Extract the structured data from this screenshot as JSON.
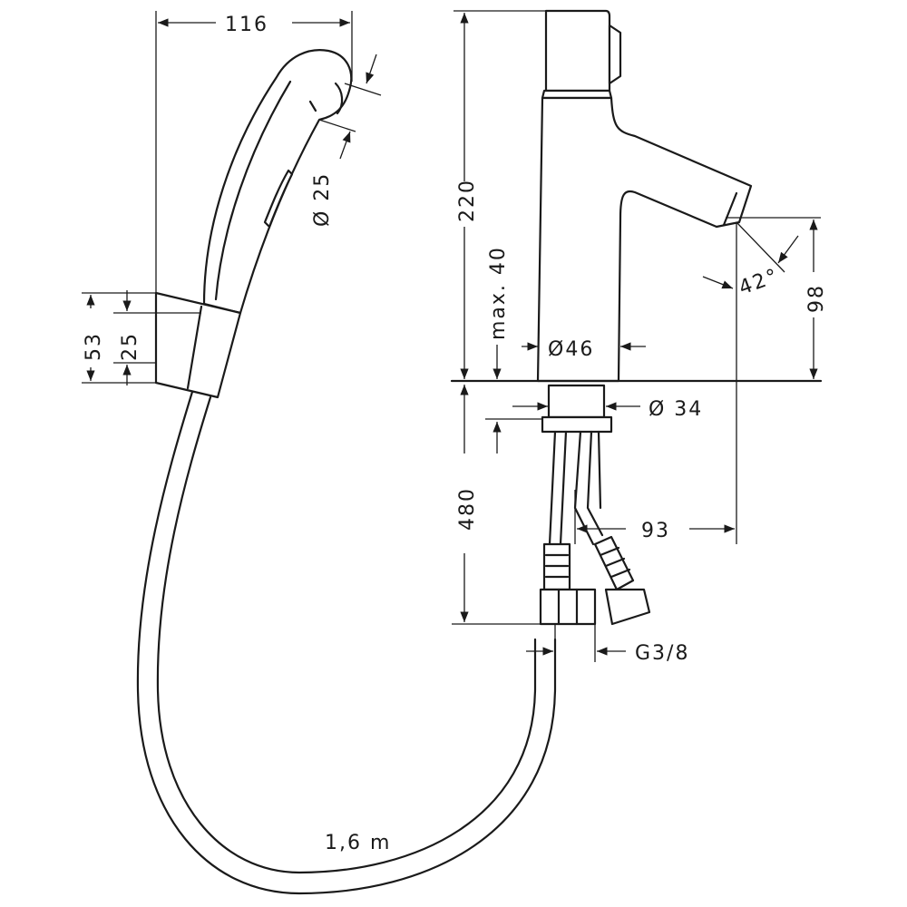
{
  "drawing": {
    "hand_shower": {
      "width_label": "116",
      "nozzle_diameter_label": "Ø 25",
      "holder_height_label": "53",
      "holder_inner_label": "25",
      "hose_length_label": "1,6 m"
    },
    "faucet": {
      "height_label": "220",
      "max_thickness_label": "max. 40",
      "body_diameter_label": "Ø46",
      "spray_angle_label": "42°",
      "spout_height_label": "98",
      "shank_diameter_label": "Ø 34",
      "hose_length_label": "480",
      "projection_label": "93",
      "connection_label": "G3/8"
    }
  }
}
